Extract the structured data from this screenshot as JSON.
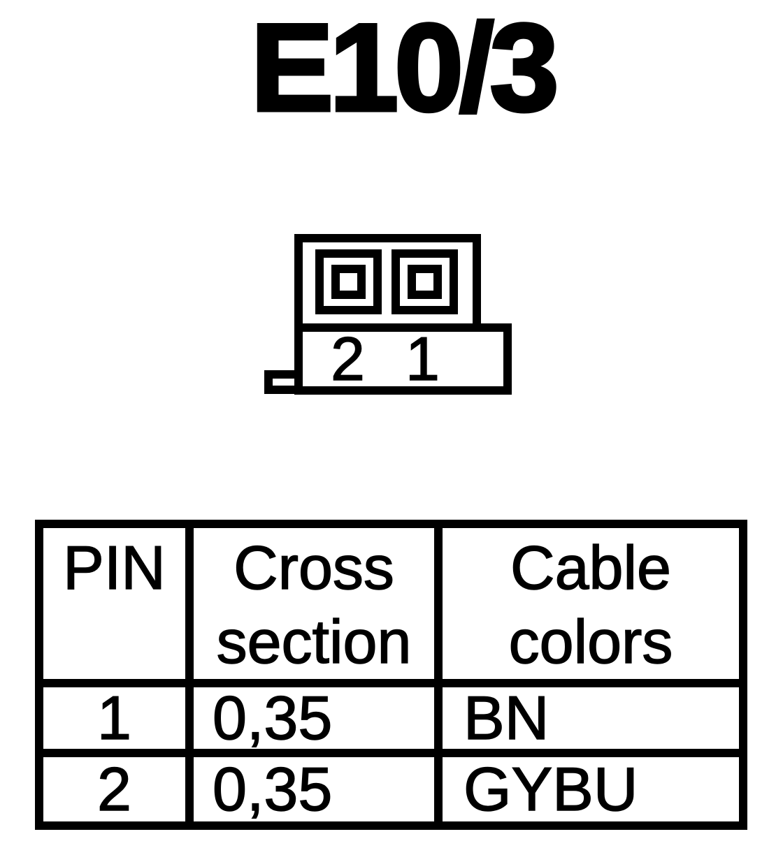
{
  "title": "E10/3",
  "colors": {
    "ink": "#000000",
    "background": "#ffffff"
  },
  "connector": {
    "description": "2-pin connector face view, pins numbered right-to-left",
    "pin_labels": [
      "2",
      "1"
    ]
  },
  "table": {
    "headers": [
      "PIN",
      "Cross section",
      "Cable colors"
    ],
    "rows": [
      {
        "pin": "1",
        "cross_section": "0,35",
        "cable_colors": "BN"
      },
      {
        "pin": "2",
        "cross_section": "0,35",
        "cable_colors": "GYBU"
      }
    ]
  }
}
